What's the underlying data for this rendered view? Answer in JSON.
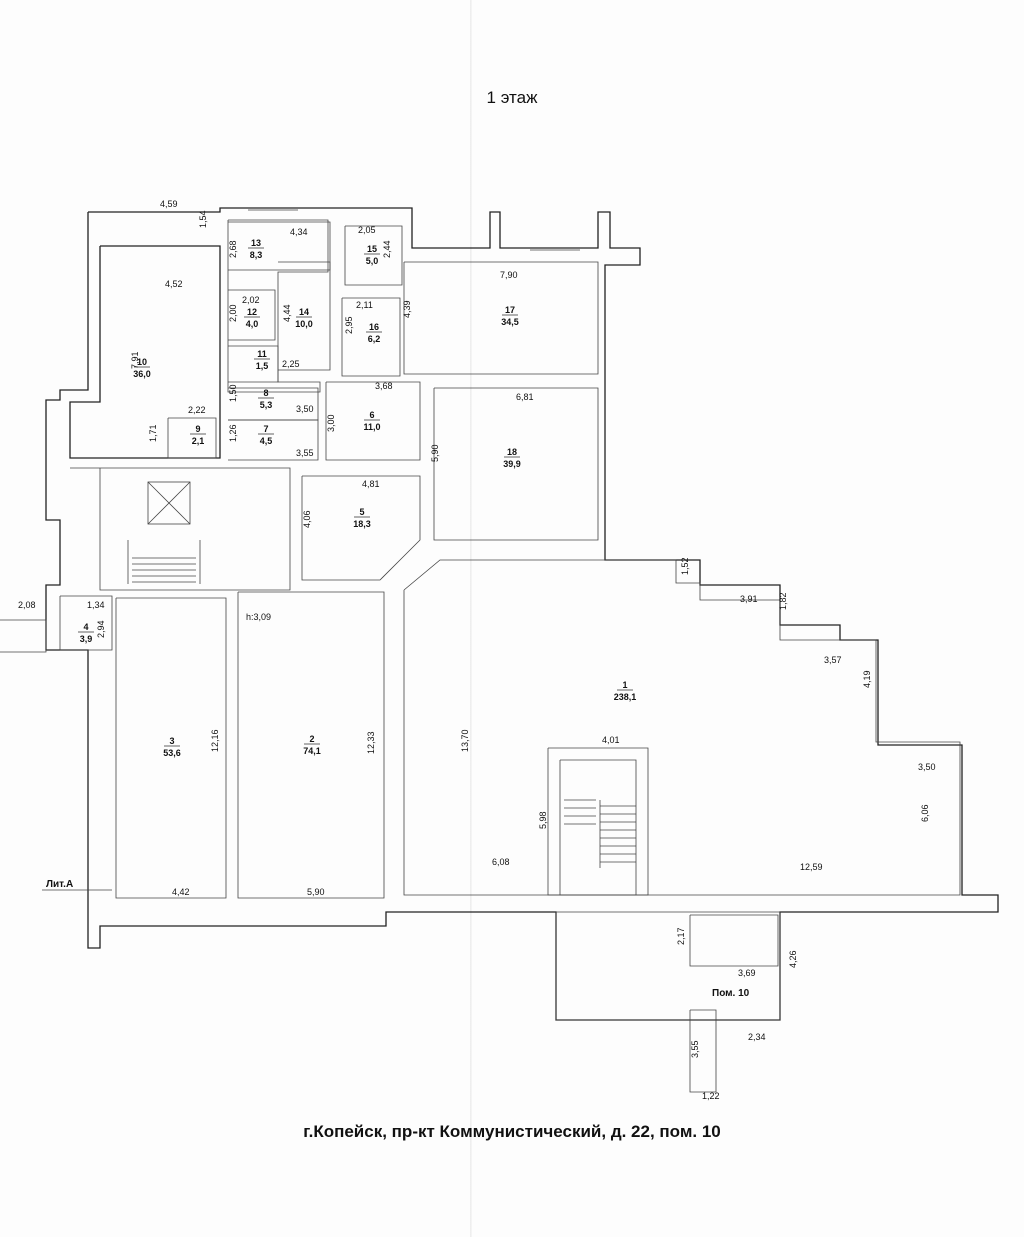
{
  "title": "1 этаж",
  "caption": "г.Копейск, пр-кт Коммунистический, д. 22, пом. 10",
  "height_note": "h:3,09",
  "lit_label": "Лит.А",
  "pom_label": "Пом. 10",
  "rooms": [
    {
      "number": "1",
      "area": "238,1"
    },
    {
      "number": "2",
      "area": "74,1"
    },
    {
      "number": "3",
      "area": "53,6"
    },
    {
      "number": "4",
      "area": "3,9"
    },
    {
      "number": "5",
      "area": "18,3"
    },
    {
      "number": "6",
      "area": "11,0"
    },
    {
      "number": "7",
      "area": "4,5"
    },
    {
      "number": "8",
      "area": "5,3"
    },
    {
      "number": "9",
      "area": "2,1"
    },
    {
      "number": "10",
      "area": "36,0"
    },
    {
      "number": "11",
      "area": "1,5"
    },
    {
      "number": "12",
      "area": "4,0"
    },
    {
      "number": "13",
      "area": "8,3"
    },
    {
      "number": "14",
      "area": "10,0"
    },
    {
      "number": "15",
      "area": "5,0"
    },
    {
      "number": "16",
      "area": "6,2"
    },
    {
      "number": "17",
      "area": "34,5"
    },
    {
      "number": "18",
      "area": "39,9"
    }
  ],
  "dimensions": [
    "4,59",
    "1,54",
    "4,34",
    "2,68",
    "2,05",
    "2,44",
    "4,52",
    "7,90",
    "2,02",
    "2,00",
    "4,44",
    "2,11",
    "2,95",
    "4,39",
    "7,91",
    "2,25",
    "3,68",
    "6,81",
    "1,50",
    "2,22",
    "3,50",
    "3,00",
    "1,71",
    "1,26",
    "3,55",
    "5,90",
    "4,81",
    "4,06",
    "1,52",
    "3,91",
    "1,82",
    "2,08",
    "1,34",
    "2,94",
    "3,57",
    "4,19",
    "12,16",
    "12,33",
    "13,70",
    "4,01",
    "3,50",
    "6,06",
    "5,98",
    "6,08",
    "12,59",
    "4,42",
    "5,90",
    "2,17",
    "3,69",
    "4,26",
    "2,34",
    "3,55",
    "1,22"
  ]
}
